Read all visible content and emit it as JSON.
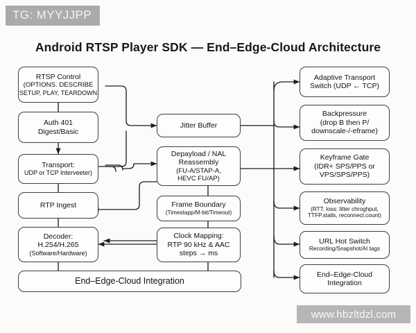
{
  "banner": {
    "text": "TG: MYYJJPP"
  },
  "watermark": {
    "text": "www.hbzltdzl.com"
  },
  "title": "Android RTSP Player SDK — End–Edge-Cloud Architecture",
  "diagram": {
    "type": "flowchart",
    "columns": [
      "client-pipeline",
      "media-processing",
      "control-and-cloud"
    ],
    "nodes": {
      "rtsp_control": {
        "lines": [
          "RTSP Control",
          "(OPTIONS. DESCRIBE",
          "SETUP, PLAY, TEARDOWN"
        ]
      },
      "auth": {
        "lines": [
          "Auth 401",
          "Digest/Basic"
        ]
      },
      "transport": {
        "lines": [
          "Transport:",
          "UDP or TCP Interveeter)"
        ]
      },
      "rtp_ingest": {
        "lines": [
          "RTP Ingest"
        ]
      },
      "decoder": {
        "lines": [
          "Decoder:",
          "H.254/H.265",
          "(Software/Hardware)"
        ]
      },
      "integration_bottom": {
        "lines": [
          "End–Edge-Cloud Integration"
        ]
      },
      "jitter_buffer": {
        "lines": [
          "Jitter Buffer"
        ]
      },
      "depayload": {
        "lines": [
          "Depayload / NAL",
          "Reassembly",
          "(FU-A/STAP-A,",
          "HEVC FU/AP)"
        ]
      },
      "frame_boundary": {
        "lines": [
          "Frame Boundary",
          "(Timestapp/M-bit/Timeout)"
        ]
      },
      "clock_mapping": {
        "lines": [
          "Clock Mapping:",
          "RTP 90 kHz & AAC",
          "steps → ms"
        ]
      },
      "adaptive_transport": {
        "lines": [
          "Adaptive Transport",
          "Switch (UDP ← TCP)"
        ]
      },
      "backpressure": {
        "lines": [
          "Backpressure",
          "(drop B then P/",
          "downscale-/-eframe)"
        ]
      },
      "keyframe_gate": {
        "lines": [
          "Keyframe Gate",
          "(IDR+ SPS/PPS or",
          "VPS/SPS/PPS)"
        ]
      },
      "observability": {
        "lines": [
          "Observability",
          "(RTT. loss: litter chroghput,",
          "TTFP.stalls, reconnect.count)"
        ]
      },
      "url_hot_switch": {
        "lines": [
          "URL Hot Switch",
          "Recording/Snapshot/AI tags"
        ]
      },
      "integration_right": {
        "lines": [
          "End–Edge-Cloud",
          "Integration"
        ]
      }
    },
    "colors": {
      "background": "#fbfbf9",
      "node_fill": "#fdfdfc",
      "node_stroke": "#3a3d40",
      "edge": "#1b1d1f",
      "banner_bg": "#ababab",
      "watermark_bg": "#b6b6b6",
      "text": "#0f1113"
    }
  }
}
